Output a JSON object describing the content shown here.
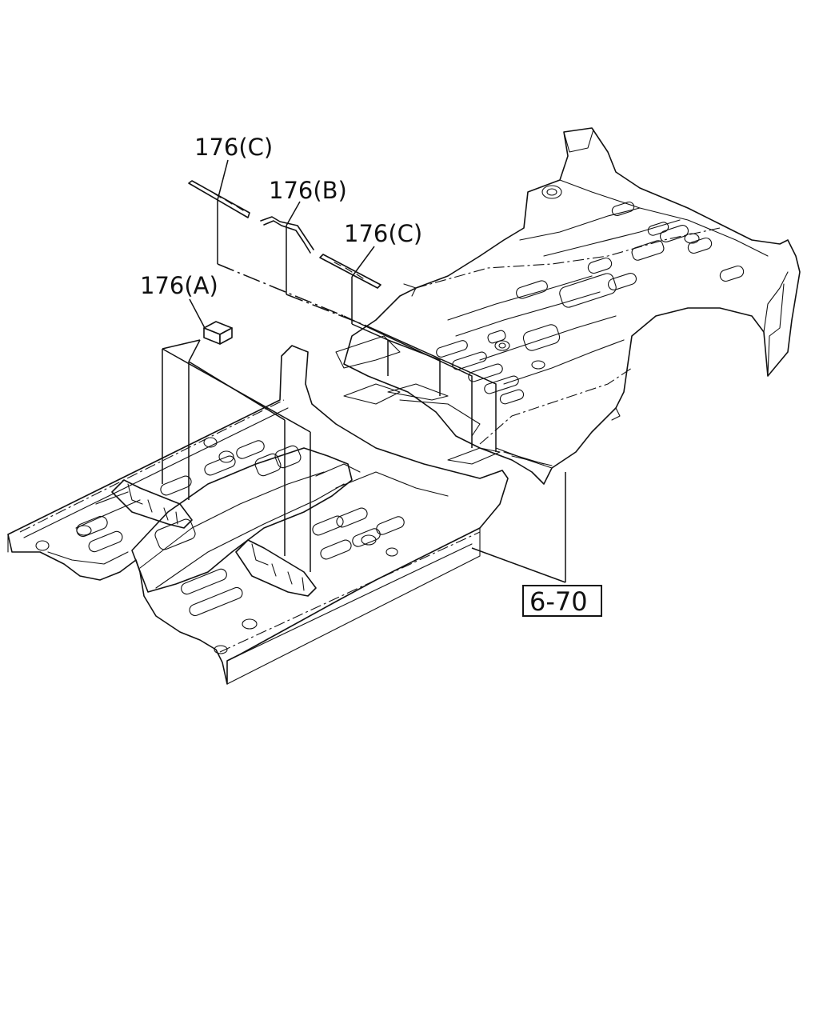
{
  "callouts": {
    "pad_a": "176(A)",
    "strip_b": "176(B)",
    "strip_c_left": "176(C)",
    "strip_c_right": "176(C)"
  },
  "reference": {
    "page_ref": "6-70"
  }
}
